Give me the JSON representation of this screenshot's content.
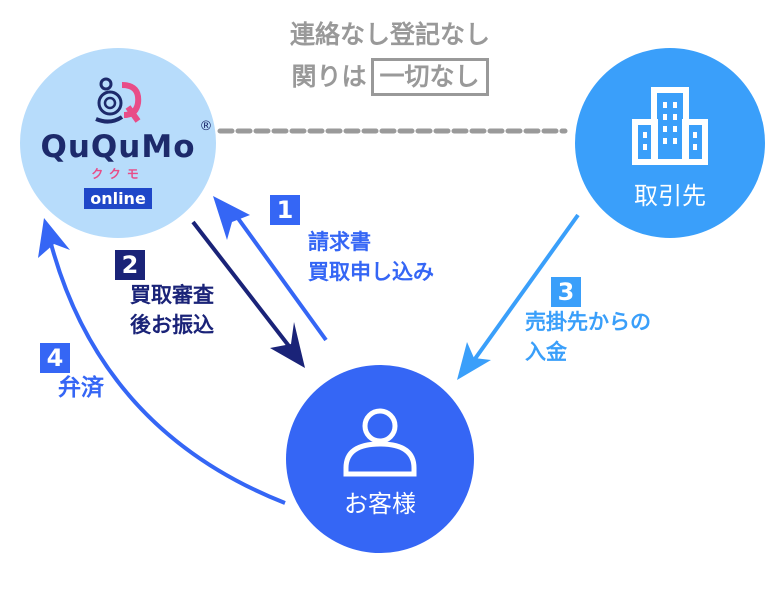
{
  "note": {
    "line1": "連絡なし登記なし",
    "line2_prefix": "関りは",
    "line2_boxed": "一切なし"
  },
  "nodes": {
    "ququmo": {
      "logo_text": "QuQuMo",
      "registered_mark": "®",
      "kana": "ククモ",
      "badge": "online",
      "icon": "ququmo-mascot-icon"
    },
    "partner": {
      "label": "取引先",
      "icon": "building-icon"
    },
    "customer": {
      "label": "お客様",
      "icon": "person-icon"
    }
  },
  "steps": [
    {
      "number": "1",
      "line1": "請求書",
      "line2": "買取申し込み"
    },
    {
      "number": "2",
      "line1": "買取審査",
      "line2": "後お振込"
    },
    {
      "number": "3",
      "line1": "売掛先からの",
      "line2": "入金"
    },
    {
      "number": "4",
      "line1": "弁済",
      "line2": ""
    }
  ],
  "colors": {
    "ququmo_bg": "#b7dcfb",
    "partner_bg": "#3a9ffa",
    "customer_bg": "#3566f5",
    "step1": "#3566f5",
    "step2": "#1a2378",
    "step3": "#3a9ffa",
    "step4": "#3566f5",
    "note_gray": "#999999"
  }
}
